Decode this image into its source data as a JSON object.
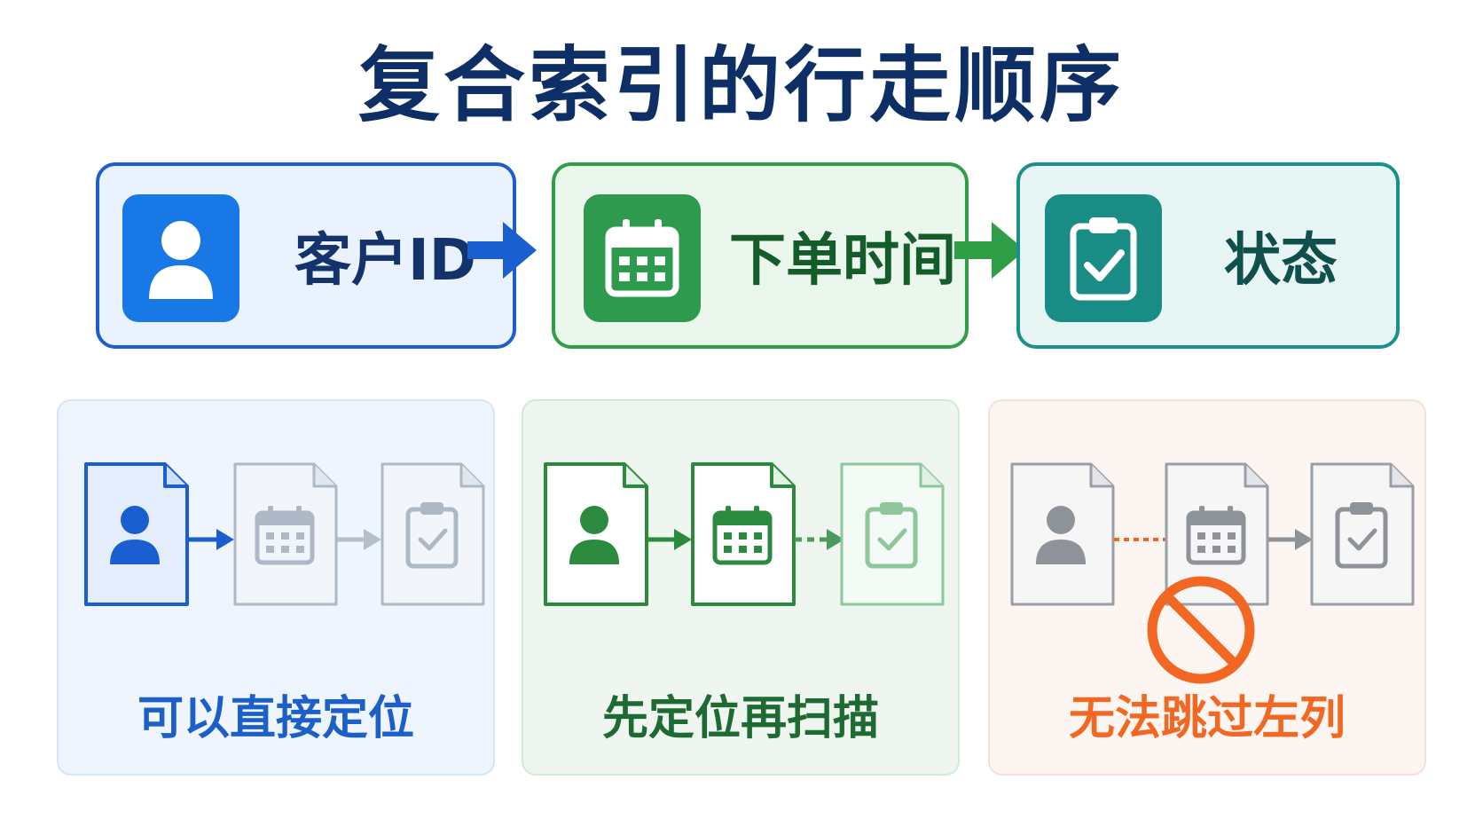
{
  "title": "复合索引的行走顺序",
  "columns": [
    {
      "label": "客户ID",
      "icon": "user-icon",
      "color": "#1a5ecf"
    },
    {
      "label": "下单时间",
      "icon": "calendar-icon",
      "color": "#2f9e47"
    },
    {
      "label": "状态",
      "icon": "clipboard-check-icon",
      "color": "#1b8f8b"
    }
  ],
  "scenarios": [
    {
      "caption": "可以直接定位",
      "color": "#1d5fc9"
    },
    {
      "caption": "先定位再扫描",
      "color": "#1e6a33"
    },
    {
      "caption": "无法跳过左列",
      "color": "#f26722",
      "icon": "prohibited-icon"
    }
  ]
}
